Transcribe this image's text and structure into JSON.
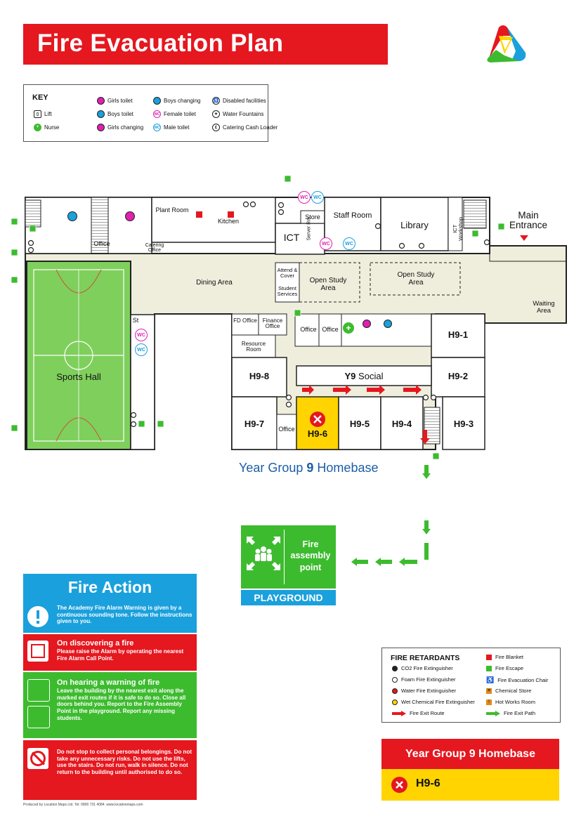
{
  "title": "Fire Evacuation Plan",
  "logo": "location-maps-logo",
  "key": {
    "title": "KEY",
    "items": [
      {
        "label": "Girls toilet",
        "icon": "girls-toilet-icon"
      },
      {
        "label": "Boys changing",
        "icon": "boys-changing-icon"
      },
      {
        "label": "Disabled facilities",
        "icon": "disabled-facilities-icon"
      },
      {
        "label": "Lift",
        "icon": "lift-icon"
      },
      {
        "label": "Boys toilet",
        "icon": "boys-toilet-icon"
      },
      {
        "label": "Female toilet",
        "icon": "female-toilet-icon"
      },
      {
        "label": "Water Fountains",
        "icon": "water-fountain-icon"
      },
      {
        "label": "Nurse",
        "icon": "nurse-icon"
      },
      {
        "label": "Girls changing",
        "icon": "girls-changing-icon"
      },
      {
        "label": "Male toilet",
        "icon": "male-toilet-icon"
      },
      {
        "label": "Catering Cash Loader",
        "icon": "cash-loader-icon"
      }
    ]
  },
  "rooms": {
    "plant_room": "Plant Room",
    "kitchen": "Kitchen",
    "store": "Store",
    "staff_room": "Staff Room",
    "library": "Library",
    "ict_workshop": "ICT Workshop",
    "main_entrance": "Main Entrance",
    "office_top": "Office",
    "catering_office": "Catering Office",
    "ict": "ICT",
    "server_rm": "Server Rm",
    "attend_cover": "Attend & Cover",
    "student_services": "Student Services",
    "open_study_1": "Open Study Area",
    "open_study_2": "Open Study Area",
    "dining": "Dining Area",
    "waiting": "Waiting Area",
    "st": "St",
    "fd_office": "FD Office",
    "finance_office": "Finance Office",
    "office_a": "Office",
    "office_b": "Office",
    "resource_room": "Resource Room",
    "sports_hall": "Sports Hall",
    "h9_1": "H9-1",
    "h9_2": "H9-2",
    "h9_3": "H9-3",
    "h9_4": "H9-4",
    "h9_5": "H9-5",
    "h9_6": "H9-6",
    "h9_7": "H9-7",
    "h9_8": "H9-8",
    "office_c": "Office",
    "y9_social_bold": "Y9",
    "y9_social_rest": "Social",
    "wc": "WC"
  },
  "year_group": {
    "prefix": "Year Group ",
    "num": "9",
    "suffix": " Homebase"
  },
  "assembly": {
    "label": "Fire assembly point",
    "location": "PLAYGROUND"
  },
  "fire_action": {
    "title": "Fire Action",
    "alarm_text": "The Academy Fire Alarm Warning is given by a continuous sounding tone. Follow the instructions given to you.",
    "discover_head": "On discovering a fire",
    "discover_text": "Please raise the Alarm by operating the nearest Fire Alarm Call Point.",
    "hearing_head": "On hearing a warning of fire",
    "hearing_text": "Leave the building by the nearest exit along the marked exit routes if it is safe to do so. Close all doors behind you. Report to the Fire Assembly Point in the playground. Report any missing students.",
    "donts": "Do not stop to collect personal belongings. Do not take any unnecessary risks. Do not use the lifts, use the stairs. Do not run, walk in silence. Do not return to the building until authorised to do so."
  },
  "credit": "Produced by Location Maps Ltd. Tel: 0800 731 4084. www.locationmaps.com",
  "retardants": {
    "title": "FIRE RETARDANTS",
    "items": [
      {
        "label": "CO2 Fire Extinguisher",
        "icon": "co2-extinguisher-icon"
      },
      {
        "label": "Fire Blanket",
        "icon": "fire-blanket-icon"
      },
      {
        "label": "Foam Fire Extinguisher",
        "icon": "foam-extinguisher-icon"
      },
      {
        "label": "Fire Escape",
        "icon": "fire-escape-icon"
      },
      {
        "label": "Water Fire Extinguisher",
        "icon": "water-extinguisher-icon"
      },
      {
        "label": "Fire Evacuation Chair",
        "icon": "evacuation-chair-icon"
      },
      {
        "label": "Wet Chemical Fire Extinguisher",
        "icon": "wet-chemical-extinguisher-icon"
      },
      {
        "label": "Chemical Store",
        "icon": "chemical-store-icon"
      },
      {
        "label": "Fire Exit Route",
        "icon": "red-arrow-icon"
      },
      {
        "label": "Hot Works Room",
        "icon": "hot-works-icon"
      },
      {
        "label": "Fire Exit Path",
        "icon": "green-arrow-icon"
      }
    ]
  },
  "homebase": {
    "title": "Year Group 9 Homebase",
    "room": "H9-6"
  },
  "colors": {
    "red": "#e5171f",
    "green": "#3dbb2f",
    "blue": "#1aa0dc",
    "yellow": "#ffd400",
    "floor": "#efeedd"
  }
}
